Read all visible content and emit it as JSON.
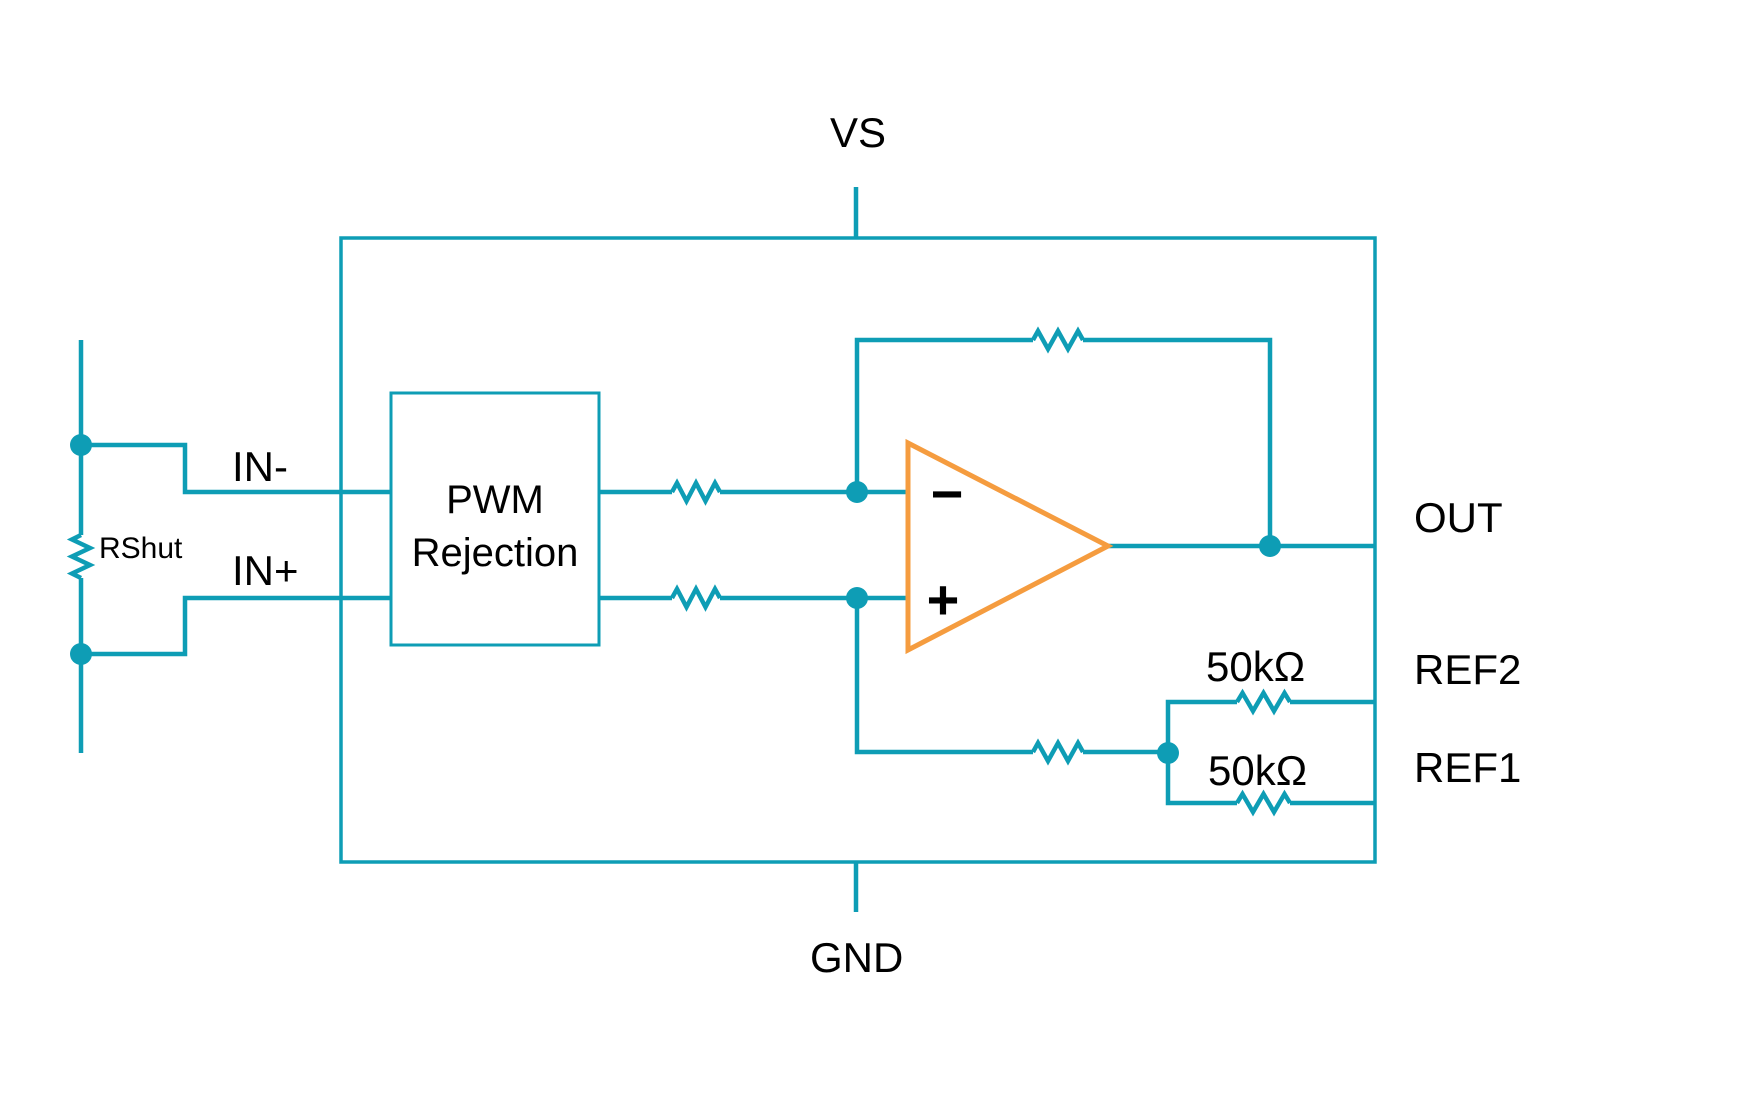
{
  "colors": {
    "wire": "#0E9DB5",
    "opamp": "#F59C3F",
    "text": "#000000",
    "bg": "#FFFFFF"
  },
  "labels": {
    "vs": "VS",
    "gnd": "GND",
    "in_minus": "IN-",
    "in_plus": "IN+",
    "out": "OUT",
    "ref2": "REF2",
    "ref1": "REF1"
  },
  "shunt": {
    "label": "RShut"
  },
  "pwm": {
    "line1": "PWM",
    "line2": "Rejection"
  },
  "opamp": {
    "minus": "−",
    "plus": "+"
  },
  "resistors": {
    "ref2_value": "50kΩ",
    "ref1_value": "50kΩ"
  }
}
